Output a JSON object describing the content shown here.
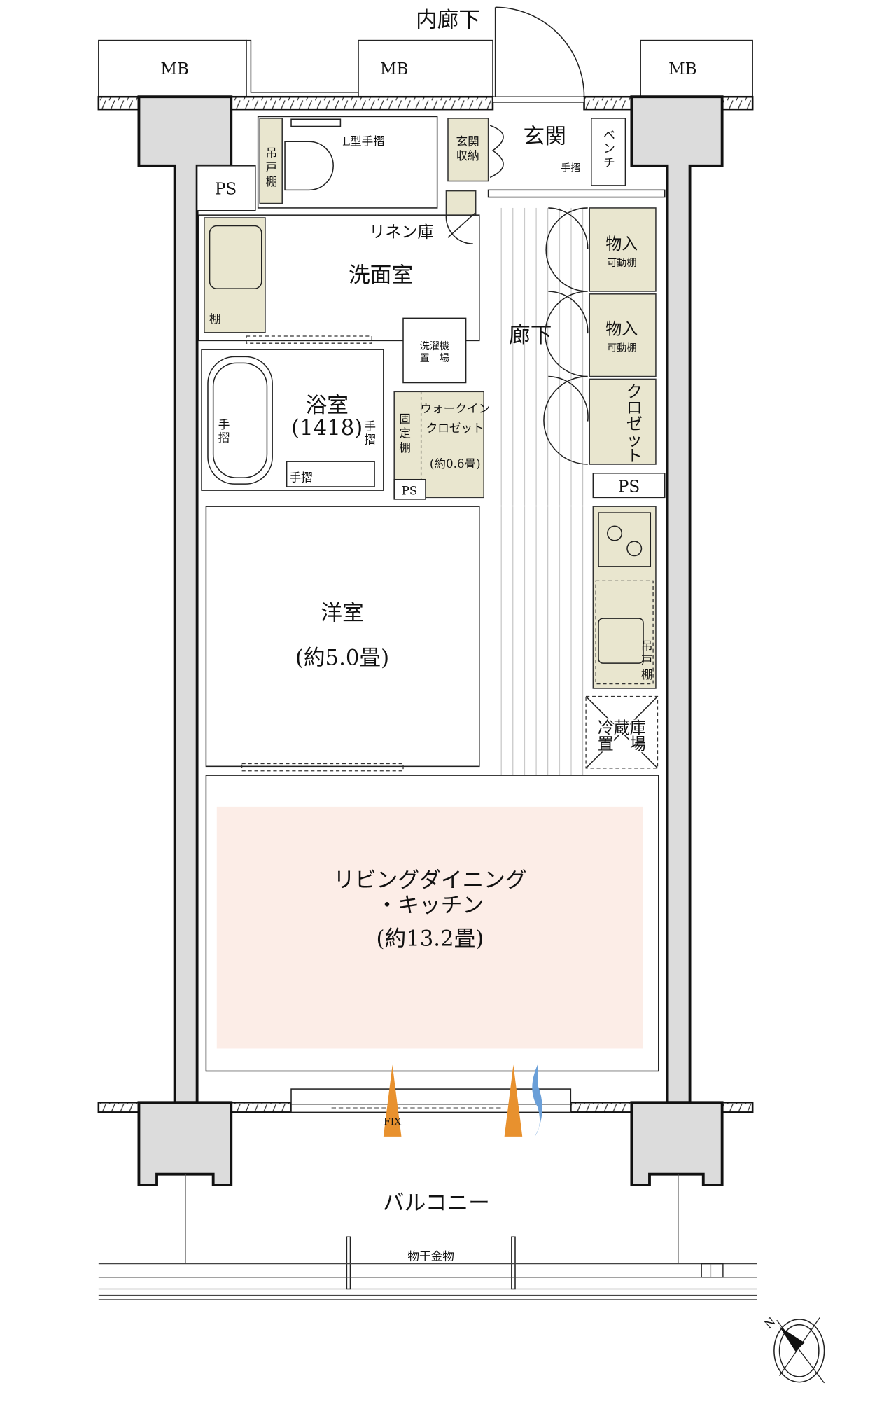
{
  "colors": {
    "beige": "#e9e6cf",
    "ldk_highlight": "#fbe9e1",
    "wall": "#dcdcdc",
    "light_arrow": "#e8912e",
    "wind_arrow": "#6a9fd8"
  },
  "labels": {
    "inner_corridor": "内廊下",
    "mb": "MB",
    "ps": "PS",
    "l_handrail": "L型手摺",
    "hanging_shelf": [
      "吊",
      "戸",
      "棚"
    ],
    "entrance_storage": [
      "玄関",
      "収納"
    ],
    "entrance": "玄関",
    "bench": [
      "ベ",
      "ン",
      "チ"
    ],
    "handrail": "手摺",
    "handrail_v": [
      "手",
      "摺"
    ],
    "linen": "リネン庫",
    "washroom": "洗面室",
    "shelf": "棚",
    "washer": [
      "洗濯機",
      "置　場"
    ],
    "hallway": "廊下",
    "storage": "物入",
    "movable_shelf": "可動棚",
    "closet": [
      "ク",
      "ロ",
      "ゼ",
      "ッ",
      "ト"
    ],
    "bathroom": "浴室",
    "bathroom_size": "(1418)",
    "fixed_shelf": [
      "固",
      "定",
      "棚"
    ],
    "walkin": [
      "ウォークイン",
      "クロゼット"
    ],
    "walkin_size": "(約0.6畳)",
    "western_room": "洋室",
    "western_size": "(約5.0畳)",
    "kitchen_shelf": [
      "吊",
      "戸",
      "棚"
    ],
    "fridge": [
      "冷蔵庫",
      "置　場"
    ],
    "ldk": [
      "リビングダイニング",
      "・キッチン"
    ],
    "ldk_size": "(約13.2畳)",
    "fix": "FIX",
    "balcony": "バルコニー",
    "laundry_hanger": "物干金物",
    "north": "N"
  }
}
